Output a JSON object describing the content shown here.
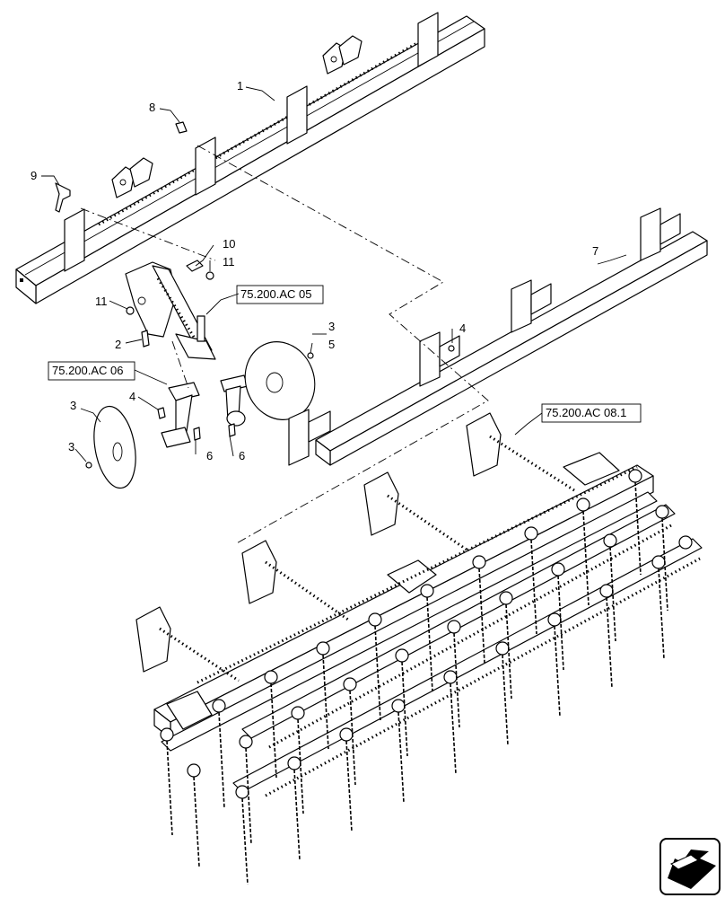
{
  "callouts": {
    "c1": "1",
    "c2": "2",
    "c3a": "3",
    "c3b": "3",
    "c3c": "3",
    "c4a": "4",
    "c4b": "4",
    "c5": "5",
    "c6a": "6",
    "c6b": "6",
    "c7": "7",
    "c8": "8",
    "c9": "9",
    "c10": "10",
    "c11a": "11",
    "c11b": "11"
  },
  "references": {
    "ref_ac05": "75.200.AC 05",
    "ref_ac06": "75.200.AC 06",
    "ref_ac081": "75.200.AC 08.1"
  },
  "icons": {
    "nav_icon": "view-orientation-arrow-icon"
  }
}
